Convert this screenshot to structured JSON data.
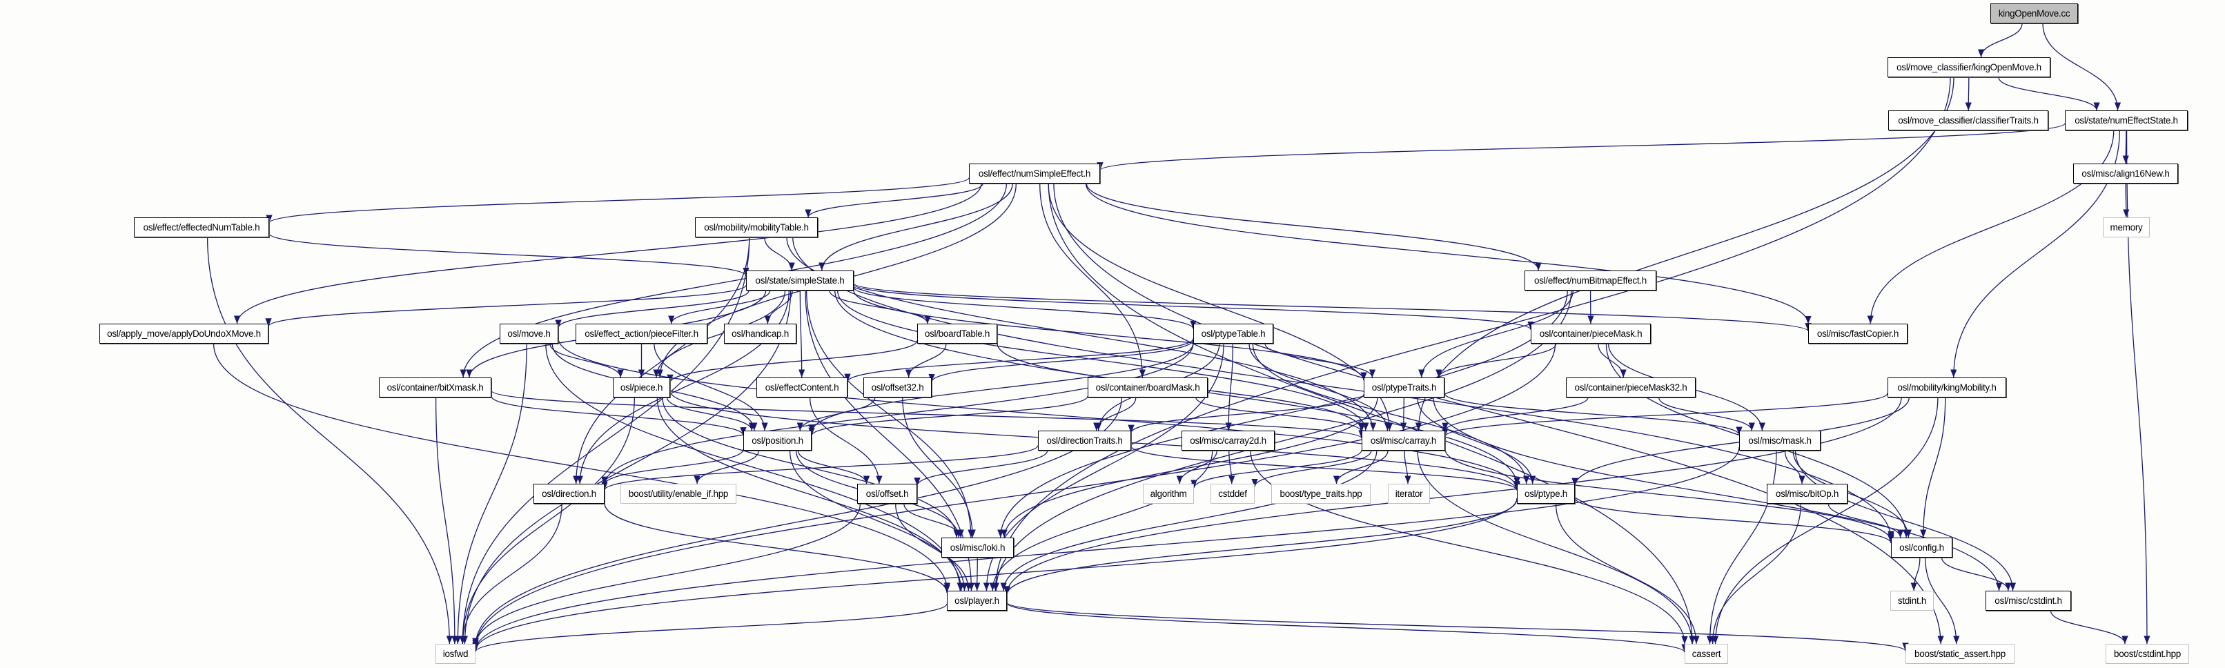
{
  "graph": {
    "title": "kingOpenMove.cc",
    "edge_color": "#191970",
    "nodes": [
      {
        "id": "root",
        "label": "kingOpenMove.cc",
        "kind": "root"
      },
      {
        "id": "kom",
        "label": "osl/move_classifier/kingOpenMove.h",
        "kind": "internal"
      },
      {
        "id": "ct",
        "label": "osl/move_classifier/classifierTraits.h",
        "kind": "internal"
      },
      {
        "id": "nes",
        "label": "osl/state/numEffectState.h",
        "kind": "internal"
      },
      {
        "id": "nse",
        "label": "osl/effect/numSimpleEffect.h",
        "kind": "internal"
      },
      {
        "id": "a16",
        "label": "osl/misc/align16New.h",
        "kind": "internal"
      },
      {
        "id": "memory",
        "label": "memory",
        "kind": "external"
      },
      {
        "id": "ent",
        "label": "osl/effect/effectedNumTable.h",
        "kind": "internal"
      },
      {
        "id": "mt",
        "label": "osl/mobility/mobilityTable.h",
        "kind": "internal"
      },
      {
        "id": "ss",
        "label": "osl/state/simpleState.h",
        "kind": "internal"
      },
      {
        "id": "nbe",
        "label": "osl/effect/numBitmapEffect.h",
        "kind": "internal"
      },
      {
        "id": "adu",
        "label": "osl/apply_move/applyDoUndoXMove.h",
        "kind": "internal"
      },
      {
        "id": "move",
        "label": "osl/move.h",
        "kind": "internal"
      },
      {
        "id": "pf",
        "label": "osl/effect_action/pieceFilter.h",
        "kind": "internal"
      },
      {
        "id": "hc",
        "label": "osl/handicap.h",
        "kind": "internal"
      },
      {
        "id": "bt",
        "label": "osl/boardTable.h",
        "kind": "internal"
      },
      {
        "id": "ptt",
        "label": "osl/ptypeTable.h",
        "kind": "internal"
      },
      {
        "id": "pm",
        "label": "osl/container/pieceMask.h",
        "kind": "internal"
      },
      {
        "id": "fc",
        "label": "osl/misc/fastCopier.h",
        "kind": "internal"
      },
      {
        "id": "bxm",
        "label": "osl/container/bitXmask.h",
        "kind": "internal"
      },
      {
        "id": "piece",
        "label": "osl/piece.h",
        "kind": "internal"
      },
      {
        "id": "ec",
        "label": "osl/effectContent.h",
        "kind": "internal"
      },
      {
        "id": "o32",
        "label": "osl/offset32.h",
        "kind": "internal"
      },
      {
        "id": "bm",
        "label": "osl/container/boardMask.h",
        "kind": "internal"
      },
      {
        "id": "ptr",
        "label": "osl/ptypeTraits.h",
        "kind": "internal"
      },
      {
        "id": "pm32",
        "label": "osl/container/pieceMask32.h",
        "kind": "internal"
      },
      {
        "id": "km",
        "label": "osl/mobility/kingMobility.h",
        "kind": "internal"
      },
      {
        "id": "pos",
        "label": "osl/position.h",
        "kind": "internal"
      },
      {
        "id": "dt",
        "label": "osl/directionTraits.h",
        "kind": "internal"
      },
      {
        "id": "c2d",
        "label": "osl/misc/carray2d.h",
        "kind": "internal"
      },
      {
        "id": "ca",
        "label": "osl/misc/carray.h",
        "kind": "internal"
      },
      {
        "id": "mask",
        "label": "osl/misc/mask.h",
        "kind": "internal"
      },
      {
        "id": "dir",
        "label": "osl/direction.h",
        "kind": "internal"
      },
      {
        "id": "eif",
        "label": "boost/utility/enable_if.hpp",
        "kind": "external"
      },
      {
        "id": "off",
        "label": "osl/offset.h",
        "kind": "internal"
      },
      {
        "id": "alg",
        "label": "algorithm",
        "kind": "external"
      },
      {
        "id": "csd",
        "label": "cstddef",
        "kind": "external"
      },
      {
        "id": "btt",
        "label": "boost/type_traits.hpp",
        "kind": "external"
      },
      {
        "id": "it",
        "label": "iterator",
        "kind": "external"
      },
      {
        "id": "pt",
        "label": "osl/ptype.h",
        "kind": "internal"
      },
      {
        "id": "bop",
        "label": "osl/misc/bitOp.h",
        "kind": "internal"
      },
      {
        "id": "loki",
        "label": "osl/misc/loki.h",
        "kind": "internal"
      },
      {
        "id": "cfg",
        "label": "osl/config.h",
        "kind": "internal"
      },
      {
        "id": "player",
        "label": "osl/player.h",
        "kind": "internal"
      },
      {
        "id": "stdint",
        "label": "stdint.h",
        "kind": "external"
      },
      {
        "id": "mcs",
        "label": "osl/misc/cstdint.h",
        "kind": "internal"
      },
      {
        "id": "iosfwd",
        "label": "iosfwd",
        "kind": "external"
      },
      {
        "id": "cassert",
        "label": "cassert",
        "kind": "external"
      },
      {
        "id": "bsa",
        "label": "boost/static_assert.hpp",
        "kind": "external"
      },
      {
        "id": "bcs",
        "label": "boost/cstdint.hpp",
        "kind": "external"
      }
    ],
    "edges": [
      [
        "root",
        "kom"
      ],
      [
        "root",
        "nes"
      ],
      [
        "kom",
        "ct"
      ],
      [
        "kom",
        "nes"
      ],
      [
        "kom",
        "player"
      ],
      [
        "kom",
        "ca"
      ],
      [
        "nes",
        "nse"
      ],
      [
        "nes",
        "a16"
      ],
      [
        "nes",
        "fc"
      ],
      [
        "nes",
        "km"
      ],
      [
        "nes",
        "bcs"
      ],
      [
        "a16",
        "memory"
      ],
      [
        "nse",
        "ent"
      ],
      [
        "nse",
        "mt"
      ],
      [
        "nse",
        "ss"
      ],
      [
        "nse",
        "nbe"
      ],
      [
        "nse",
        "adu"
      ],
      [
        "nse",
        "fc"
      ],
      [
        "nse",
        "bxm"
      ],
      [
        "nse",
        "piece"
      ],
      [
        "nse",
        "bm"
      ],
      [
        "nse",
        "ca"
      ],
      [
        "nse",
        "cassert"
      ],
      [
        "nse",
        "bsa"
      ],
      [
        "ent",
        "ss"
      ],
      [
        "ent",
        "iosfwd"
      ],
      [
        "mt",
        "ss"
      ],
      [
        "mt",
        "dir"
      ],
      [
        "mt",
        "iosfwd"
      ],
      [
        "mt",
        "ca"
      ],
      [
        "mt",
        "cfg"
      ],
      [
        "ss",
        "adu"
      ],
      [
        "ss",
        "move"
      ],
      [
        "ss",
        "pf"
      ],
      [
        "ss",
        "hc"
      ],
      [
        "ss",
        "bt"
      ],
      [
        "ss",
        "ptt"
      ],
      [
        "ss",
        "pm"
      ],
      [
        "ss",
        "fc"
      ],
      [
        "ss",
        "bxm"
      ],
      [
        "ss",
        "piece"
      ],
      [
        "ss",
        "ec"
      ],
      [
        "ss",
        "ptr"
      ],
      [
        "ss",
        "pt"
      ],
      [
        "ss",
        "ca"
      ],
      [
        "ss",
        "dir"
      ],
      [
        "ss",
        "loki"
      ],
      [
        "ss",
        "player"
      ],
      [
        "ss",
        "iosfwd"
      ],
      [
        "nbe",
        "pm"
      ],
      [
        "nbe",
        "ptr"
      ],
      [
        "nbe",
        "loki"
      ],
      [
        "nbe",
        "player"
      ],
      [
        "adu",
        "player"
      ],
      [
        "move",
        "piece"
      ],
      [
        "move",
        "pos"
      ],
      [
        "move",
        "pt"
      ],
      [
        "move",
        "player"
      ],
      [
        "move",
        "iosfwd"
      ],
      [
        "pf",
        "piece"
      ],
      [
        "pf",
        "pos"
      ],
      [
        "bt",
        "piece"
      ],
      [
        "bt",
        "o32"
      ],
      [
        "bt",
        "ca"
      ],
      [
        "ptt",
        "ptr"
      ],
      [
        "ptt",
        "o32"
      ],
      [
        "ptt",
        "ec"
      ],
      [
        "ptt",
        "dt"
      ],
      [
        "ptt",
        "c2d"
      ],
      [
        "ptt",
        "ca"
      ],
      [
        "ptt",
        "pt"
      ],
      [
        "ptt",
        "pos"
      ],
      [
        "ptt",
        "dir"
      ],
      [
        "ptt",
        "player"
      ],
      [
        "pm",
        "pm32"
      ],
      [
        "pm",
        "ptr"
      ],
      [
        "pm",
        "mask"
      ],
      [
        "pm",
        "cfg"
      ],
      [
        "pm",
        "iosfwd"
      ],
      [
        "bxm",
        "pos"
      ],
      [
        "bxm",
        "ca"
      ],
      [
        "bxm",
        "iosfwd"
      ],
      [
        "piece",
        "pos"
      ],
      [
        "piece",
        "pt"
      ],
      [
        "piece",
        "loki"
      ],
      [
        "piece",
        "player"
      ],
      [
        "piece",
        "iosfwd"
      ],
      [
        "ec",
        "off"
      ],
      [
        "o32",
        "pos"
      ],
      [
        "o32",
        "loki"
      ],
      [
        "bm",
        "pos"
      ],
      [
        "bm",
        "ca"
      ],
      [
        "bm",
        "dt"
      ],
      [
        "bm",
        "iosfwd"
      ],
      [
        "ptr",
        "pt"
      ],
      [
        "ptr",
        "ca"
      ],
      [
        "ptr",
        "dt"
      ],
      [
        "ptr",
        "loki"
      ],
      [
        "ptr",
        "mask"
      ],
      [
        "ptr",
        "mcs"
      ],
      [
        "pm32",
        "mask"
      ],
      [
        "pm32",
        "ca"
      ],
      [
        "km",
        "ca"
      ],
      [
        "km",
        "cfg"
      ],
      [
        "km",
        "player"
      ],
      [
        "km",
        "cassert"
      ],
      [
        "km",
        "pt"
      ],
      [
        "pos",
        "off"
      ],
      [
        "pos",
        "dir"
      ],
      [
        "pos",
        "eif"
      ],
      [
        "pos",
        "loki"
      ],
      [
        "pos",
        "player"
      ],
      [
        "dt",
        "off"
      ],
      [
        "dt",
        "dir"
      ],
      [
        "dt",
        "pt"
      ],
      [
        "c2d",
        "alg"
      ],
      [
        "c2d",
        "csd"
      ],
      [
        "c2d",
        "player"
      ],
      [
        "c2d",
        "cassert"
      ],
      [
        "ca",
        "alg"
      ],
      [
        "ca",
        "csd"
      ],
      [
        "ca",
        "btt"
      ],
      [
        "ca",
        "it"
      ],
      [
        "ca",
        "cfg"
      ],
      [
        "ca",
        "cassert"
      ],
      [
        "ca",
        "player"
      ],
      [
        "mask",
        "bop"
      ],
      [
        "mask",
        "cfg"
      ],
      [
        "mask",
        "mcs"
      ],
      [
        "mask",
        "cassert"
      ],
      [
        "mask",
        "iosfwd"
      ],
      [
        "dir",
        "player"
      ],
      [
        "dir",
        "iosfwd"
      ],
      [
        "off",
        "loki"
      ],
      [
        "off",
        "player"
      ],
      [
        "off",
        "iosfwd"
      ],
      [
        "pt",
        "player"
      ],
      [
        "pt",
        "cfg"
      ],
      [
        "pt",
        "cassert"
      ],
      [
        "pt",
        "iosfwd"
      ],
      [
        "bop",
        "cfg"
      ],
      [
        "bop",
        "cassert"
      ],
      [
        "loki",
        "player"
      ],
      [
        "cfg",
        "stdint"
      ],
      [
        "cfg",
        "mcs"
      ],
      [
        "cfg",
        "bsa"
      ],
      [
        "player",
        "iosfwd"
      ],
      [
        "player",
        "cassert"
      ],
      [
        "player",
        "bsa"
      ],
      [
        "mcs",
        "bcs"
      ]
    ]
  }
}
